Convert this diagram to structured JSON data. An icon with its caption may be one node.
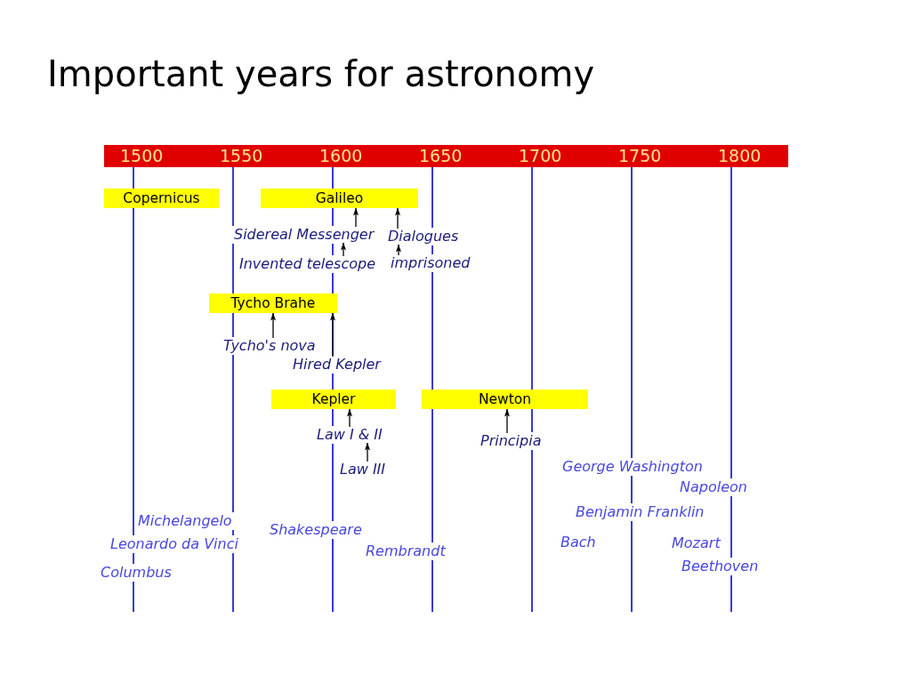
{
  "diagram": {
    "title": "Important years for astronomy",
    "nodes": [
      {
        "text": [
          "Copernicus"
        ]
      },
      {
        "text": [
          "Galileo"
        ]
      },
      {
        "text": [
          "Sidereal Messenger"
        ]
      },
      {
        "text": [
          "Dialogues"
        ]
      },
      {
        "text": [
          "Invented telescope"
        ]
      },
      {
        "text": [
          "imprisoned"
        ]
      },
      {
        "text": [
          "Tycho Brahe"
        ]
      },
      {
        "text": [
          "Tycho's nova"
        ]
      },
      {
        "text": [
          "Hired Kepler"
        ]
      },
      {
        "text": [
          "Kepler"
        ]
      },
      {
        "text": [
          "Newton"
        ]
      },
      {
        "text": [
          "Law I & II"
        ]
      },
      {
        "text": [
          "Principia"
        ]
      },
      {
        "text": [
          "Law III"
        ]
      }
    ],
    "edges": [
      {
        "from": 2,
        "to": 1,
        "arrow": "to"
      },
      {
        "from": 3,
        "to": 1,
        "arrow": "to"
      },
      {
        "from": 4,
        "to": 2,
        "arrow": "to"
      },
      {
        "from": 5,
        "to": 3,
        "arrow": "to"
      },
      {
        "from": 7,
        "to": 6,
        "arrow": "to"
      },
      {
        "from": 8,
        "to": 6,
        "arrow": "to"
      },
      {
        "from": 11,
        "to": 9,
        "arrow": "to"
      },
      {
        "from": 12,
        "to": 10,
        "arrow": "to"
      },
      {
        "from": 13,
        "to": 11,
        "arrow": "to"
      }
    ],
    "labels": [
      "1500",
      "1550",
      "1600",
      "1650",
      "1700",
      "1750",
      "1800",
      "Michelangelo",
      "Leonardo da Vinci",
      "Columbus",
      "Shakespeare",
      "Rembrandt",
      "George Washington",
      "Benjamin Franklin",
      "Bach",
      "Napoleon",
      "Mozart",
      "Beethoven"
    ]
  }
}
